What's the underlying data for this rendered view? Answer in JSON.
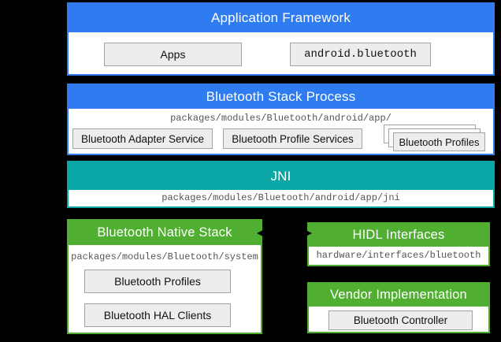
{
  "colors": {
    "blue": "#2e7cf0",
    "teal": "#0ba7a6",
    "green": "#50ae30",
    "box_fill": "#ededed",
    "box_border": "#a3a3a3",
    "path_text": "#555555",
    "background": "#000000"
  },
  "sections": {
    "app_framework": {
      "title": "Application Framework",
      "boxes": [
        "Apps",
        "android.bluetooth"
      ]
    },
    "stack_process": {
      "title": "Bluetooth Stack Process",
      "path": "packages/modules/Bluetooth/android/app/",
      "boxes": [
        "Bluetooth Adapter Service",
        "Bluetooth Profile Services",
        "Bluetooth Profiles"
      ]
    },
    "jni": {
      "title": "JNI",
      "path": "packages/modules/Bluetooth/android/app/jni"
    },
    "native_stack": {
      "title": "Bluetooth Native Stack",
      "path": "packages/modules/Bluetooth/system",
      "boxes": [
        "Bluetooth Profiles",
        "Bluetooth HAL Clients"
      ]
    },
    "hidl": {
      "title": "HIDL Interfaces",
      "path": "hardware/interfaces/bluetooth"
    },
    "vendor": {
      "title": "Vendor Implementation",
      "boxes": [
        "Bluetooth Controller"
      ]
    }
  },
  "arrow": {
    "direction": "bidirectional",
    "connects": "Bluetooth Native Stack - HIDL Interfaces"
  }
}
